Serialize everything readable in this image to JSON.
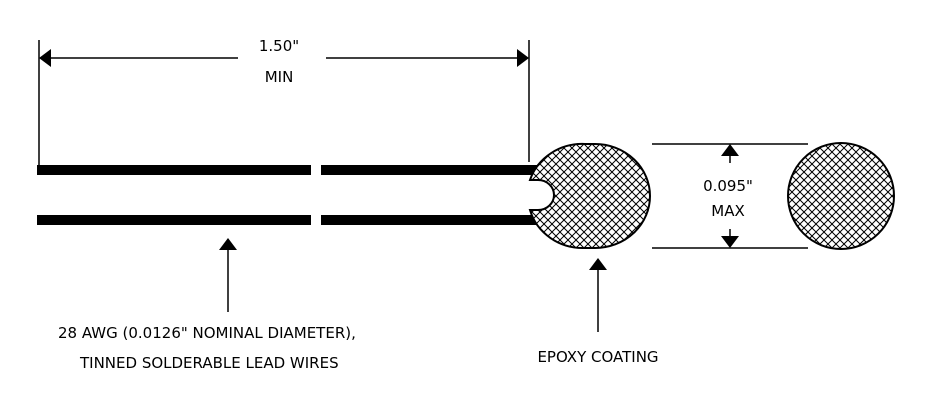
{
  "length_dimension": {
    "value": "1.50\"",
    "qualifier": "MIN"
  },
  "diameter_dimension": {
    "value": "0.095\"",
    "qualifier": "MAX"
  },
  "callouts": {
    "lead_wires": {
      "line1": "28 AWG (0.0126\" NOMINAL DIAMETER),",
      "line2": "TINNED SOLDERABLE LEAD WIRES"
    },
    "coating": "EPOXY COATING"
  },
  "colors": {
    "ink": "#000000",
    "paper": "#ffffff"
  }
}
